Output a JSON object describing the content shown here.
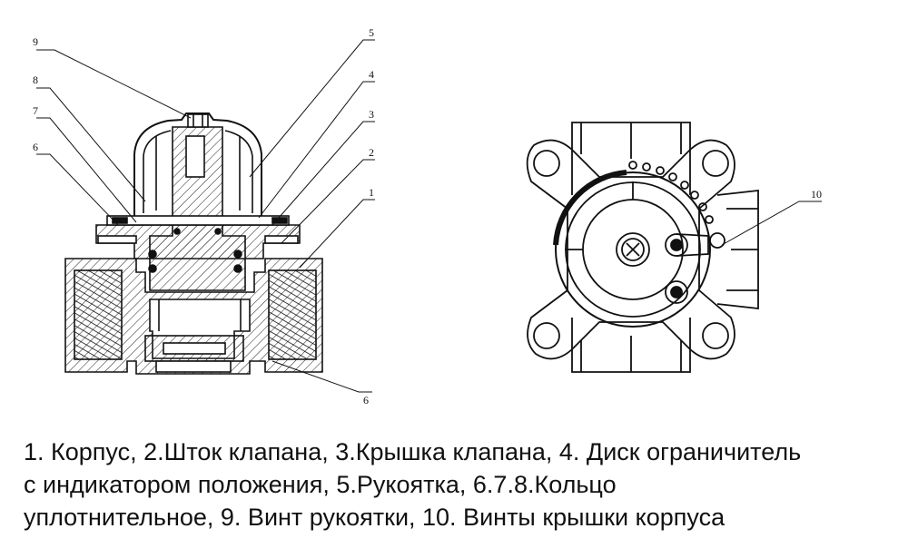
{
  "callouts": {
    "left": [
      "9",
      "8",
      "7",
      "6",
      "5",
      "4",
      "3",
      "2",
      "1",
      "6"
    ],
    "right": [
      "10"
    ]
  },
  "caption": {
    "line1": "1. Корпус, 2.Шток клапана, 3.Крышка клапана, 4. Диск ограничитель",
    "line2": "с индикатором положения, 5.Рукоятка, 6.7.8.Кольцо",
    "line3": "уплотнительное, 9. Винт рукоятки, 10. Винты крышки корпуса"
  }
}
